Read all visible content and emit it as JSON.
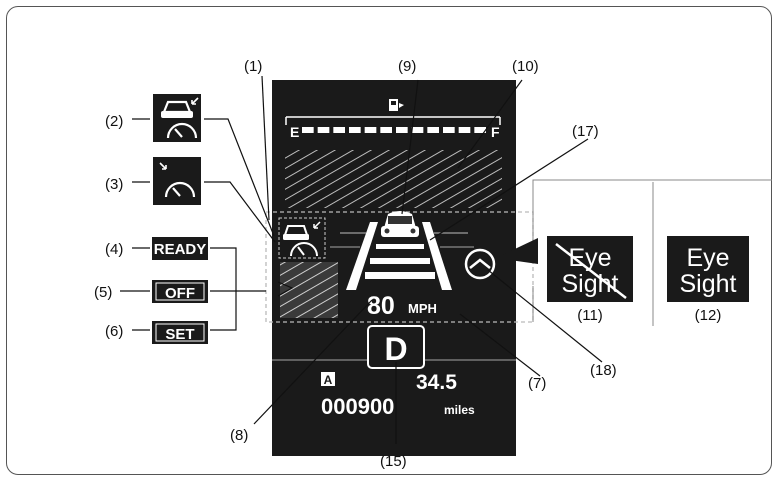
{
  "callouts": {
    "c1": "(1)",
    "c2": "(2)",
    "c3": "(3)",
    "c4": "(4)",
    "c5": "(5)",
    "c6": "(6)",
    "c7": "(7)",
    "c8": "(8)",
    "c9": "(9)",
    "c10": "(10)",
    "c11": "(11)",
    "c12": "(12)",
    "c15": "(15)",
    "c17": "(17)",
    "c18": "(18)"
  },
  "badges": {
    "ready": "READY",
    "off": "OFF",
    "set": "SET"
  },
  "fuel_gauge": {
    "empty_label": "E",
    "full_label": "F"
  },
  "display": {
    "speed_value": "80",
    "speed_unit": "MPH",
    "gear": "D",
    "trip_marker": "A",
    "trip_value": "34.5",
    "odometer_value": "000900",
    "odometer_unit": "miles"
  },
  "eyesight": {
    "line1": "Eye",
    "line2": "Sight"
  },
  "colors": {
    "panel": "#1a1a1a",
    "white": "#ffffff",
    "frame": "#555555"
  },
  "icons": [
    "car-speedometer-icon",
    "speedometer-icon",
    "fuel-pump-icon",
    "steering-wheel-icon",
    "car-icon"
  ]
}
